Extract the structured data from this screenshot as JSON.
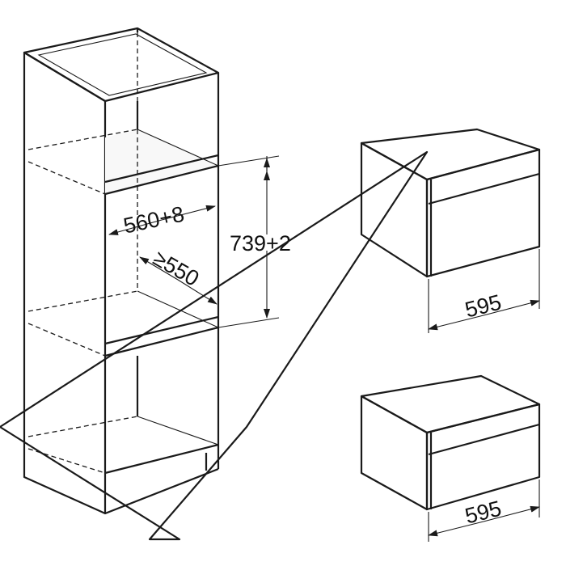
{
  "niche": {
    "width_label": "560+8",
    "depth_label": "≥550",
    "height_label": "739+2"
  },
  "appliance_top": {
    "width_label": "595"
  },
  "appliance_bottom": {
    "width_label": "595"
  },
  "colors": {
    "line": "#1a1a1a",
    "panel_fill": "#f4f4f4",
    "front_fill": "#e6e6e6"
  }
}
